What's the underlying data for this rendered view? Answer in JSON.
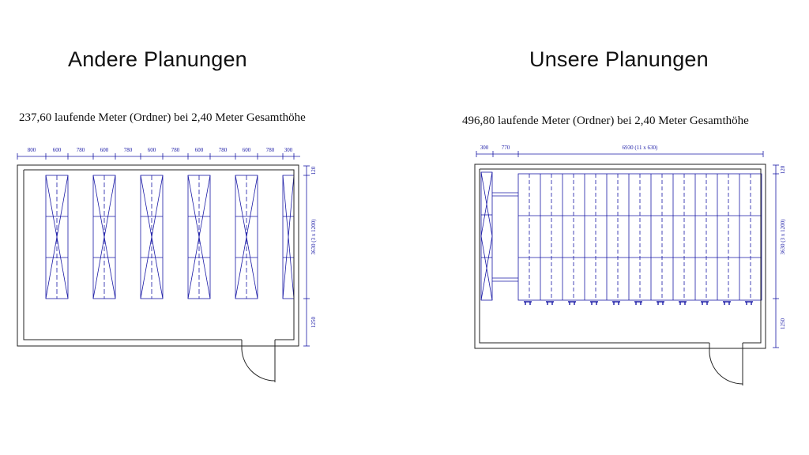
{
  "left": {
    "heading": "Andere Planungen",
    "caption": "237,60 laufende Meter (Ordner) bei 2,40 Meter Gesamthöhe",
    "top_dims": [
      "800",
      "600",
      "780",
      "600",
      "780",
      "600",
      "780",
      "600",
      "780",
      "600",
      "780",
      "300"
    ],
    "side_dims": [
      "120",
      "3630 (3 x 1200)",
      "1250"
    ]
  },
  "right": {
    "heading": "Unsere Planungen",
    "caption": "496,80 laufende Meter (Ordner) bei 2,40 Meter Gesamthöhe",
    "top_dims": [
      "300",
      "770",
      "6930 (11 x 630)"
    ],
    "side_dims": [
      "120",
      "3630 (3 x 1200)",
      "1250"
    ]
  },
  "colors": {
    "line": "#1a1aa6",
    "wall": "#222222"
  }
}
